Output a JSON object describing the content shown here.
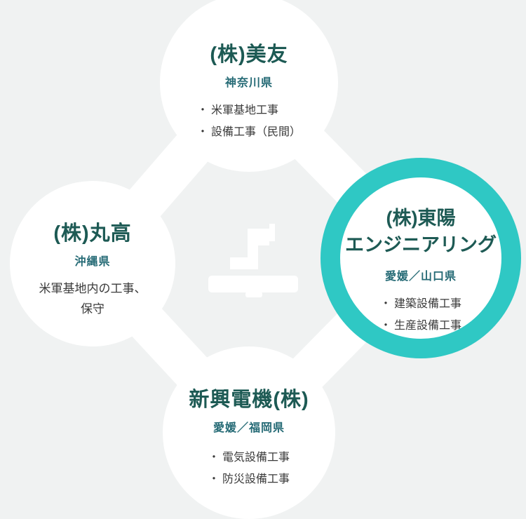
{
  "ui": {
    "bullet": "・"
  },
  "colors": {
    "ring": "#2fc8c4",
    "title": "#1d5a54",
    "pref": "#266b76",
    "body": "#3a3a3a",
    "circle": "#ffffff",
    "bg": "#f0f2f2"
  },
  "center": {
    "logo_icon": "stairs-icon"
  },
  "companies": {
    "top": {
      "name": "(株)美友",
      "prefecture": "神奈川県",
      "items": [
        "米軍基地工事",
        "設備工事（民間）"
      ]
    },
    "left": {
      "name": "(株)丸高",
      "prefecture": "沖縄県",
      "description": [
        "米軍基地内の工事、",
        "保守"
      ]
    },
    "right": {
      "name_lines": [
        "(株)東陽",
        "エンジニアリング"
      ],
      "prefecture": "愛媛／山口県",
      "items": [
        "建築設備工事",
        "生産設備工事"
      ],
      "highlighted": true
    },
    "bottom": {
      "name": "新興電機(株)",
      "prefecture": "愛媛／福岡県",
      "items": [
        "電気設備工事",
        "防災設備工事"
      ]
    }
  }
}
